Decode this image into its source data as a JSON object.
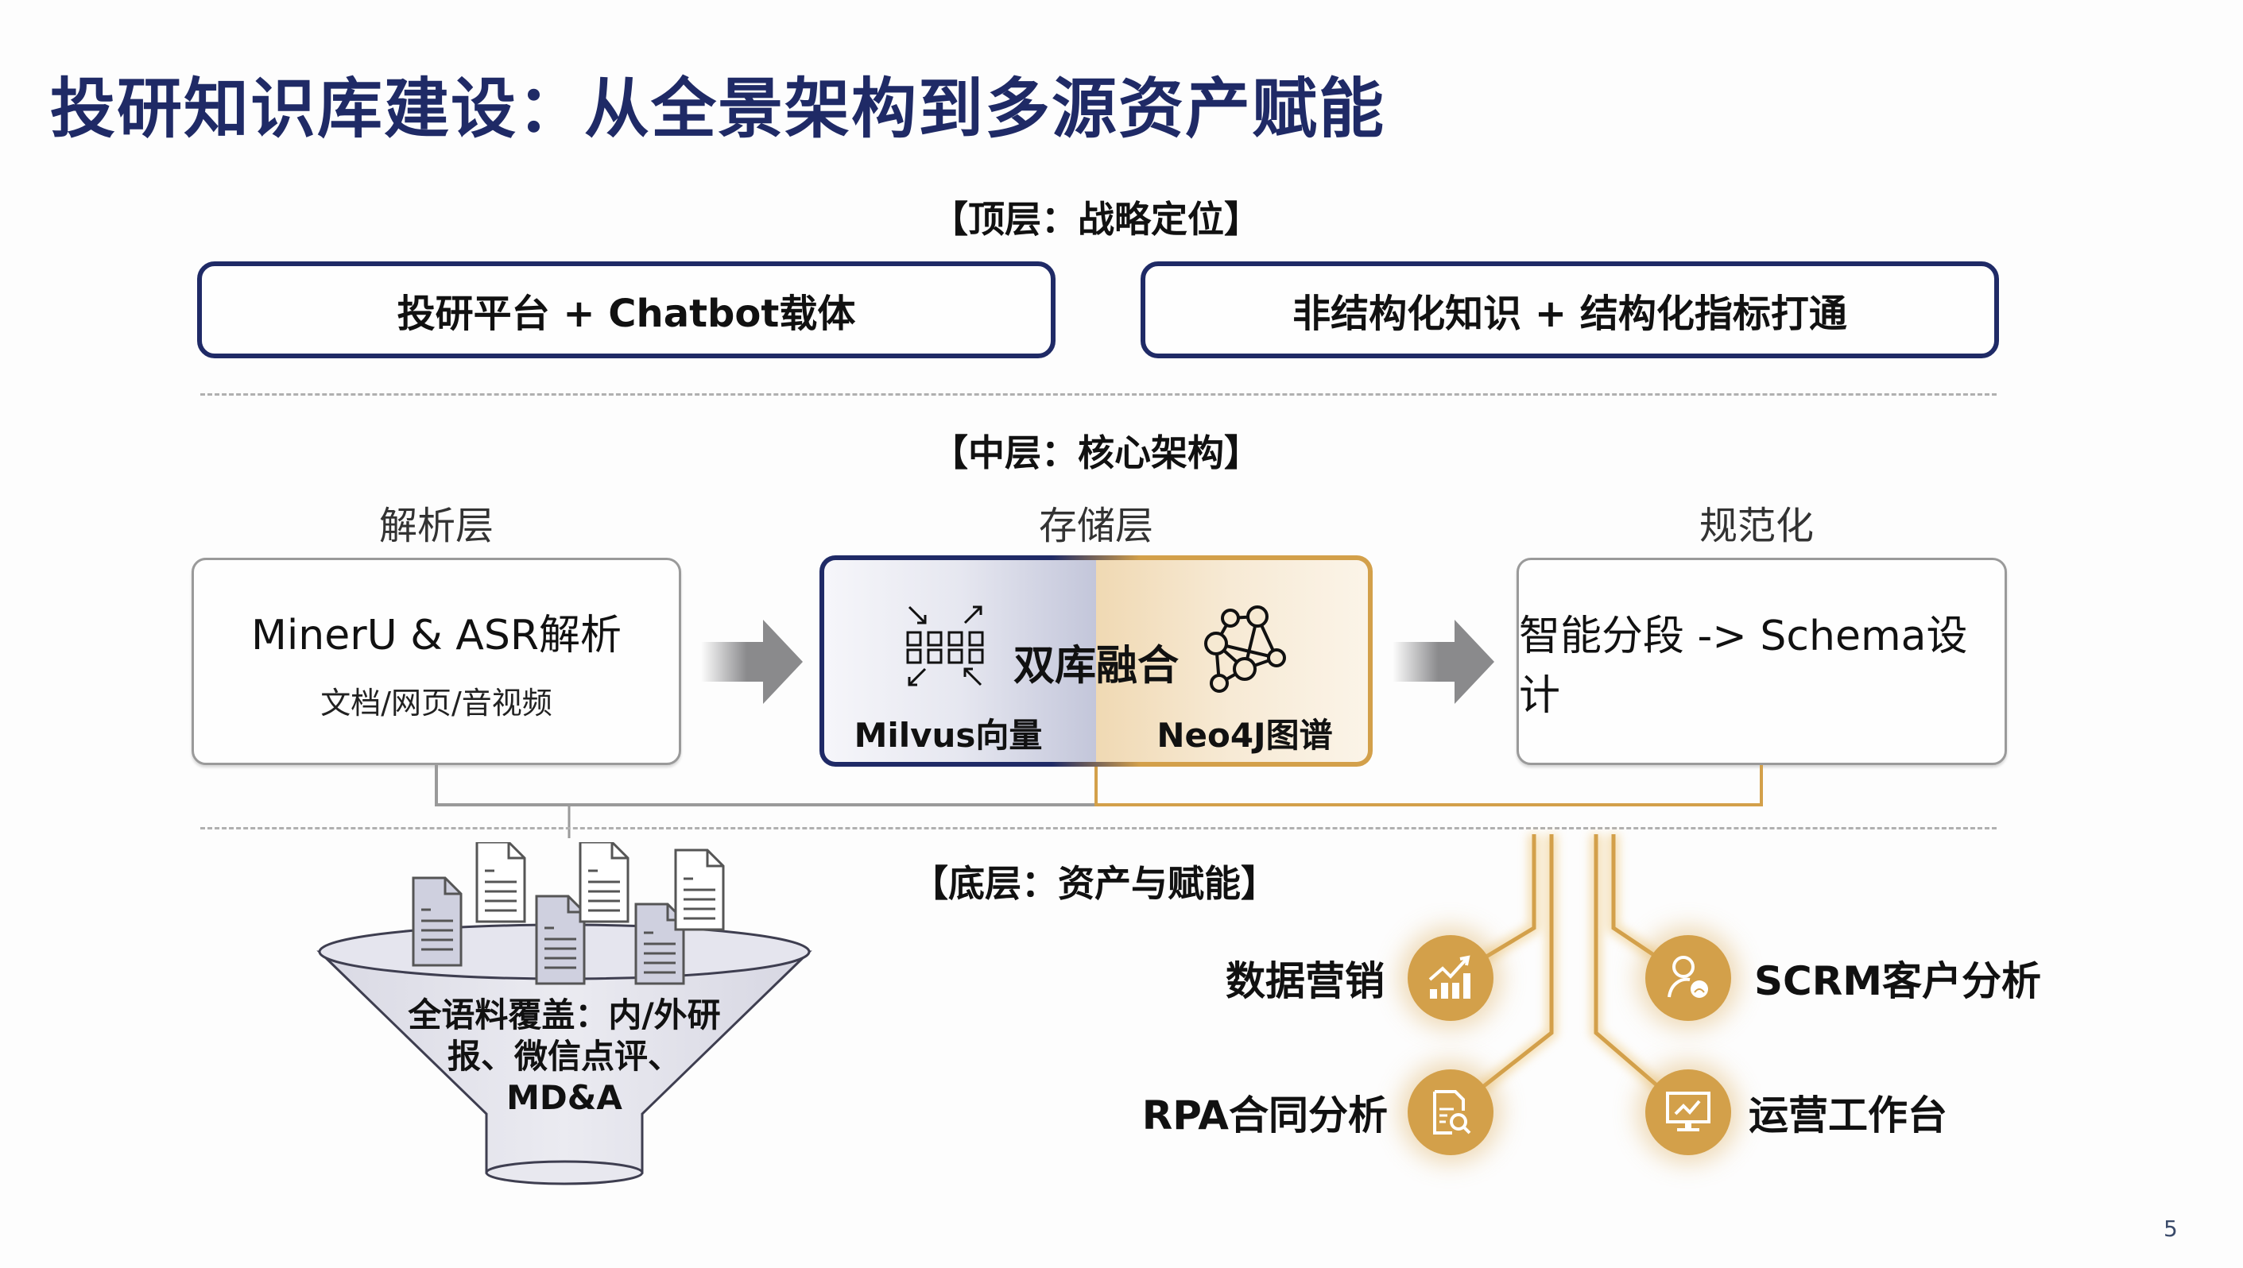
{
  "title": "投研知识库建设：从全景架构到多源资产赋能",
  "top_layer": {
    "label": "【顶层：战略定位】",
    "boxes": [
      "投研平台 + Chatbot载体",
      "非结构化知识 + 结构化指标打通"
    ]
  },
  "middle_layer": {
    "label": "【中层：核心架构】",
    "columns": [
      {
        "header": "解析层",
        "main": "MinerU & ASR解析",
        "sub": "文档/网页/音视频"
      },
      {
        "header": "存储层",
        "center": "双库融合",
        "left_sub": "Milvus向量",
        "right_sub": "Neo4J图谱",
        "left_icon": "vector-grid-icon",
        "right_icon": "graph-network-icon"
      },
      {
        "header": "规范化",
        "main": "智能分段 -> Schema设计"
      }
    ]
  },
  "bottom_layer": {
    "label": "【底层：资产与赋能】",
    "funnel_text": "全语料覆盖：内/外研\n报、微信点评、\nMD&A",
    "assets": [
      {
        "label": "数据营销",
        "icon": "chart-growth-icon"
      },
      {
        "label": "SCRM客户分析",
        "icon": "customer-analysis-icon"
      },
      {
        "label": "RPA合同分析",
        "icon": "document-search-icon"
      },
      {
        "label": "运营工作台",
        "icon": "monitor-chart-icon"
      }
    ]
  },
  "colors": {
    "navy": "#1f2a66",
    "gold": "#d3a04a",
    "gray": "#9a9a9a"
  },
  "page_number": "5"
}
